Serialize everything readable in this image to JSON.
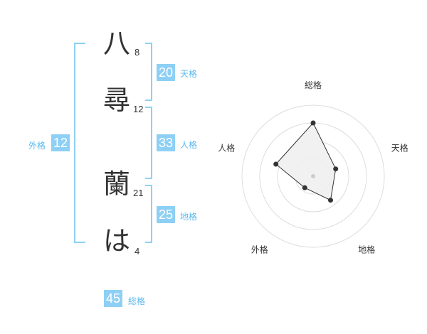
{
  "characters": [
    {
      "char": "八",
      "strokes": "8"
    },
    {
      "char": "尋",
      "strokes": "12"
    },
    {
      "char": "蘭",
      "strokes": "21"
    },
    {
      "char": "は",
      "strokes": "4"
    }
  ],
  "scores": {
    "tenkaku": {
      "value": "20",
      "label": "天格"
    },
    "jinkaku": {
      "value": "33",
      "label": "人格"
    },
    "chikaku": {
      "value": "25",
      "label": "地格"
    },
    "gaikaku": {
      "value": "12",
      "label": "外格"
    },
    "soukaku": {
      "value": "45",
      "label": "総格"
    }
  },
  "colors": {
    "accent": "#8ed0f5",
    "label_blue": "#5bb8ec",
    "text": "#333333"
  },
  "chart_data": {
    "type": "radar",
    "axes": [
      "総格",
      "天格",
      "地格",
      "外格",
      "人格"
    ],
    "values": [
      45,
      20,
      25,
      12,
      33
    ],
    "rmax": 60,
    "rings": 4
  }
}
